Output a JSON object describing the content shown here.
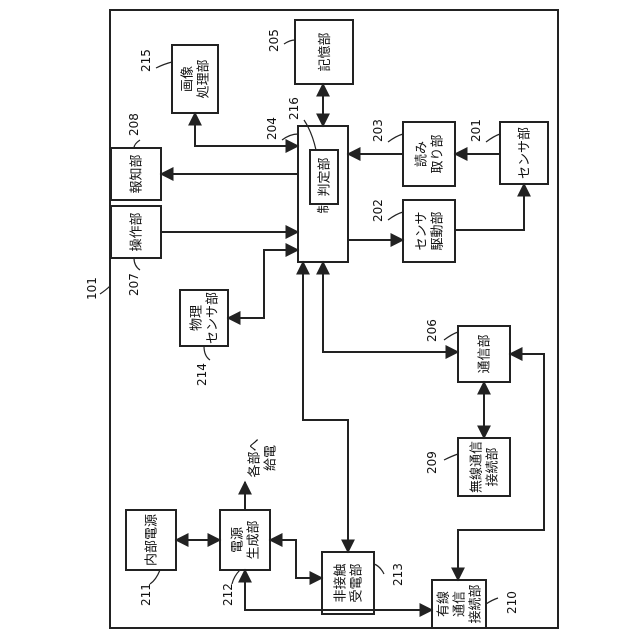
{
  "diagram": {
    "device_ref": "101",
    "units": {
      "sensor": {
        "ref": "201",
        "label": "センサ部"
      },
      "sensor_drive": {
        "ref": "202",
        "label": "センサ\n駆動部"
      },
      "reader": {
        "ref": "203",
        "label": "読み\n取り部"
      },
      "controller": {
        "ref": "204",
        "label": "制御部"
      },
      "judge": {
        "ref": "216",
        "label": "判定部"
      },
      "storage": {
        "ref": "205",
        "label": "記憶部"
      },
      "comm": {
        "ref": "206",
        "label": "通信部"
      },
      "operation": {
        "ref": "207",
        "label": "操作部"
      },
      "notify": {
        "ref": "208",
        "label": "報知部"
      },
      "wireless": {
        "ref": "209",
        "label": "無線通信\n接続部"
      },
      "wired": {
        "ref": "210",
        "label": "有線\n通信\n接続部"
      },
      "internal_power": {
        "ref": "211",
        "label": "内部電源"
      },
      "power_gen": {
        "ref": "212",
        "label": "電源\n生成部"
      },
      "contactless": {
        "ref": "213",
        "label": "非接触\n受電部"
      },
      "phys_sensor": {
        "ref": "214",
        "label": "物理\nセンサ部"
      },
      "image_proc": {
        "ref": "215",
        "label": "画像\n処理部"
      }
    },
    "power_note": "各部へ\n給電"
  }
}
